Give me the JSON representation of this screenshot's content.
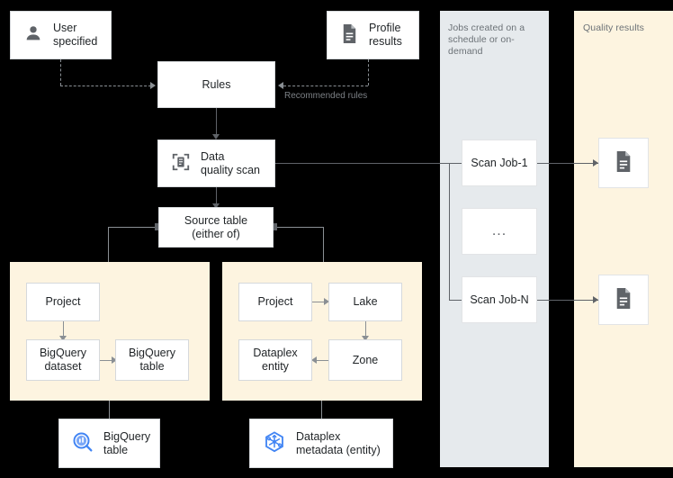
{
  "panels": {
    "jobs": {
      "caption": "Jobs created on a\nschedule or on-demand"
    },
    "quality": {
      "caption": "Quality results"
    }
  },
  "nodes": {
    "user_specified": {
      "label": "User\nspecified",
      "icon": "person-icon"
    },
    "profile_results": {
      "label": "Profile\nresults",
      "icon": "document-icon"
    },
    "rules": {
      "label": "Rules"
    },
    "data_quality_scan": {
      "label": "Data\nquality scan",
      "icon": "scan-icon"
    },
    "source_table": {
      "label": "Source table\n(either of)"
    },
    "bq_project": {
      "label": "Project"
    },
    "bq_dataset": {
      "label": "BigQuery\ndataset"
    },
    "bq_table": {
      "label": "BigQuery\ntable"
    },
    "dp_project": {
      "label": "Project"
    },
    "dp_lake": {
      "label": "Lake"
    },
    "dp_zone": {
      "label": "Zone"
    },
    "dp_entity": {
      "label": "Dataplex\nentity"
    },
    "bigquery_table_sink": {
      "label": "BigQuery\ntable",
      "icon": "bigquery-icon"
    },
    "dataplex_metadata_sink": {
      "label": "Dataplex\nmetadata (entity)",
      "icon": "dataplex-icon"
    },
    "scan_job_1": {
      "label": "Scan Job-1"
    },
    "scan_job_mid": {
      "label": "..."
    },
    "scan_job_n": {
      "label": "Scan Job-N"
    },
    "result_doc_1": {
      "icon": "document-icon"
    },
    "result_doc_n": {
      "icon": "document-icon"
    }
  },
  "edges": {
    "recommended_rules": {
      "label": "Recommended rules"
    }
  },
  "colors": {
    "background": "#000000",
    "panel_cream": "#fdf4e0",
    "panel_gray": "#e6eaed",
    "box_fill": "#ffffff",
    "connector": "#5f6368",
    "text": "#1f2326",
    "caption_text": "#6b7176",
    "brand_blue": "#4285f4",
    "icon_gray": "#5f6368"
  }
}
